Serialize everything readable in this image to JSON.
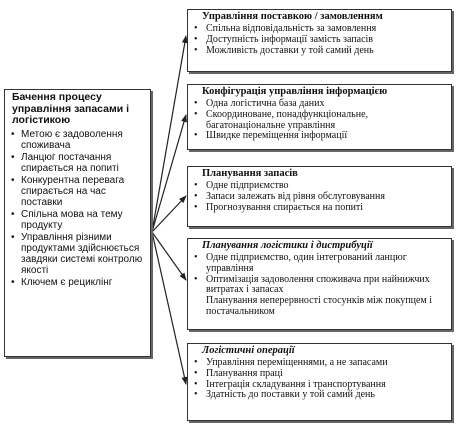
{
  "left": {
    "title": "Бачення процесу управління запасами і логістикою",
    "items": [
      "Метою є задоволення споживача",
      "Ланцюг постачання спирається на попиті",
      "Конкурентна перевага спирається на час поставки",
      "Спільна мова на тему продукту",
      "Управління різними продуктами здійснюється завдяки системі контролю якості",
      "Ключем є рециклінг"
    ]
  },
  "boxes": [
    {
      "title": "Управління поставкою / замовленням",
      "items": [
        "Спільна відповідальність за замовлення",
        "Доступність інформації замість запасів",
        "Можливість доставки у той самий день"
      ]
    },
    {
      "title": "Конфігурація управління інформацією",
      "items": [
        "Одна логістична база даних",
        "Скоординоване, понадфункціональне, багатонаціональне управління",
        "Швидке переміщення інформації"
      ]
    },
    {
      "title": "Планування запасів",
      "items": [
        "Одне підприємство",
        "Запаси залежать від рівня обслуговування",
        "Прогнозування спирається на попиті"
      ]
    },
    {
      "title": "Планування логістики і дистрибуції",
      "items": [
        "Одне підприємство, один інтегрований ланцюг управління",
        "Оптимізація задоволення споживача при найнижчих витратах і запасах",
        "Планування неперервності стосунків між покупцем і постачальником"
      ]
    },
    {
      "title": "Логістичні операції",
      "items": [
        "Управління переміщеннями, а не запасами",
        "Планування праці",
        "Інтеграція складування і транспортування",
        "Здатність до поставки у той самий день"
      ]
    }
  ]
}
